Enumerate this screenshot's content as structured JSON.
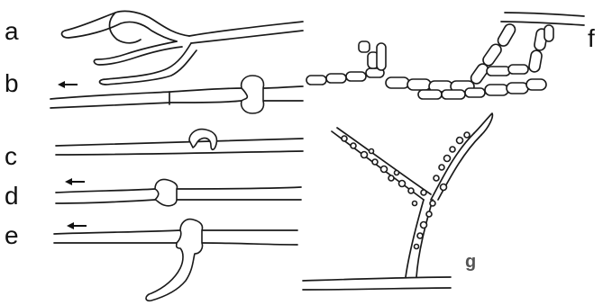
{
  "figure": {
    "panels": [
      {
        "id": "a",
        "label": "a"
      },
      {
        "id": "b",
        "label": "b"
      },
      {
        "id": "c",
        "label": "c"
      },
      {
        "id": "d",
        "label": "d"
      },
      {
        "id": "e",
        "label": "e"
      },
      {
        "id": "f",
        "label": "f"
      },
      {
        "id": "g",
        "label": "g"
      }
    ],
    "colors": {
      "line": "#1a1a1a",
      "background": "#ffffff",
      "label_g": "#555555"
    }
  }
}
